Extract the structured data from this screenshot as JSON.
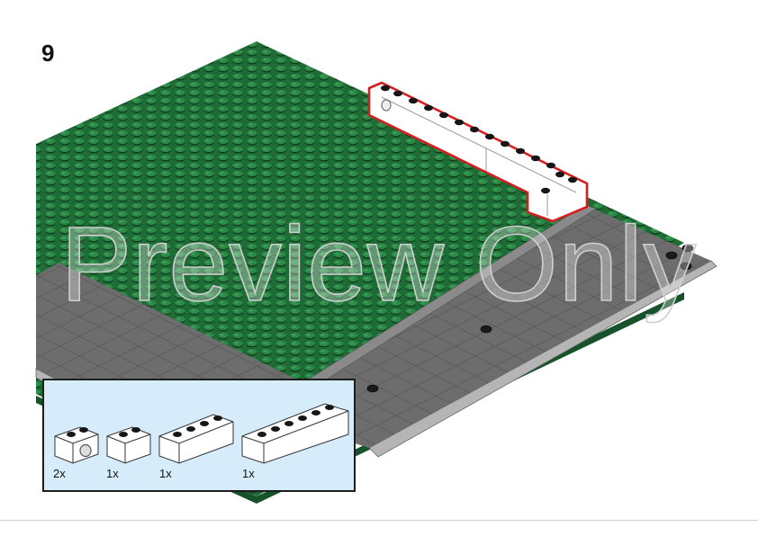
{
  "step": {
    "number": "9"
  },
  "watermark": {
    "text": "Preview Only"
  },
  "colors": {
    "baseplate": "#1f6b35",
    "stud": "#2b8444",
    "road": "#6f6f6f",
    "road_tile": "#6a6a6a",
    "sidewalk": "#a9a9a9",
    "highlight": "#d22020",
    "panel": "#d6ecfa"
  },
  "parts": [
    {
      "icon": "technic-brick-1x2-icon",
      "qty": "2x"
    },
    {
      "icon": "brick-1x2-icon",
      "qty": "1x"
    },
    {
      "icon": "brick-1x4-icon",
      "qty": "1x"
    },
    {
      "icon": "brick-1x6-icon",
      "qty": "1x"
    }
  ]
}
